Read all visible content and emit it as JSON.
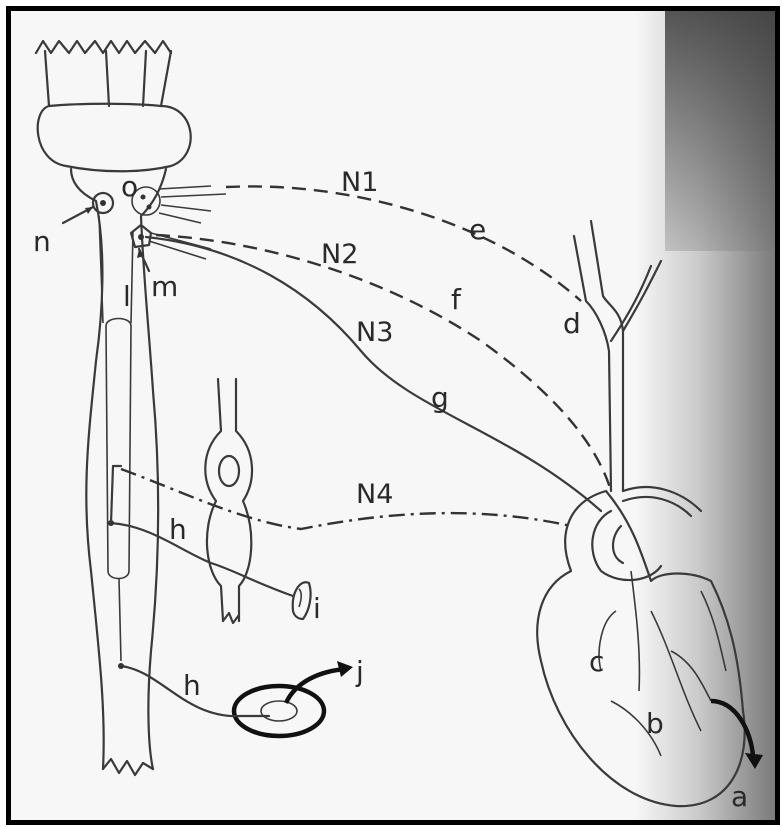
{
  "labels": {
    "n": "n",
    "o": "o",
    "m": "m",
    "l": "l",
    "N1": "N1",
    "N2": "N2",
    "N3": "N3",
    "N4": "N4",
    "e": "e",
    "f": "f",
    "g": "g",
    "d": "d",
    "h_upper": "h",
    "h_lower": "h",
    "i": "i",
    "j": "j",
    "c": "c",
    "b": "b",
    "a": "a"
  },
  "colors": {
    "ink": "#2a2a2a",
    "paper": "#f7f7f7",
    "border": "#000000"
  }
}
